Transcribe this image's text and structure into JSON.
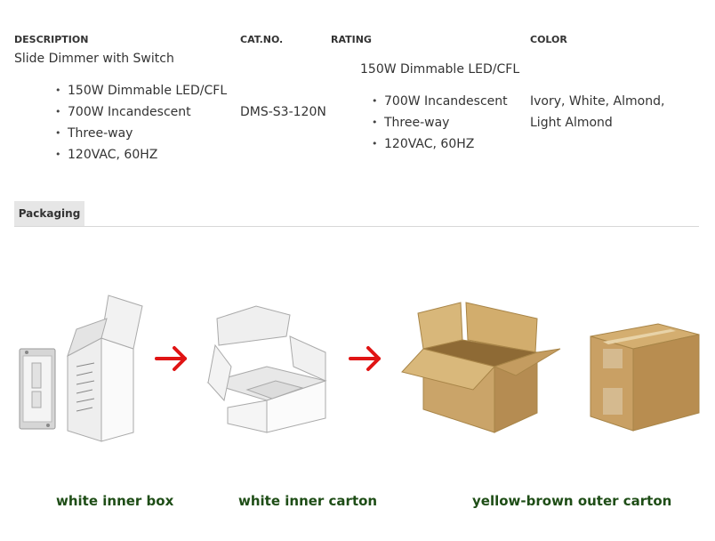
{
  "columns": {
    "description": "DESCRIPTION",
    "cat_no": "CAT.NO.",
    "rating": "RATING",
    "color": "COLOR"
  },
  "product": {
    "name": "Slide Dimmer with Switch",
    "features": [
      "150W Dimmable LED/CFL",
      "700W Incandescent",
      "Three-way",
      "120VAC, 60HZ"
    ],
    "cat_no": "DMS-S3-120N",
    "rating_title": "150W Dimmable LED/CFL",
    "rating_items": [
      "700W Incandescent",
      "Three-way",
      "120VAC, 60HZ"
    ],
    "color_line1": "Ivory, White, Almond,",
    "color_line2": "Light Almond"
  },
  "packaging": {
    "tab_label": "Packaging",
    "captions": [
      "white inner box",
      "white inner carton",
      "yellow-brown outer carton"
    ],
    "arrow_color": "#e01414",
    "caption_color": "#1e4d16",
    "carton_color": "#c9a46a"
  }
}
